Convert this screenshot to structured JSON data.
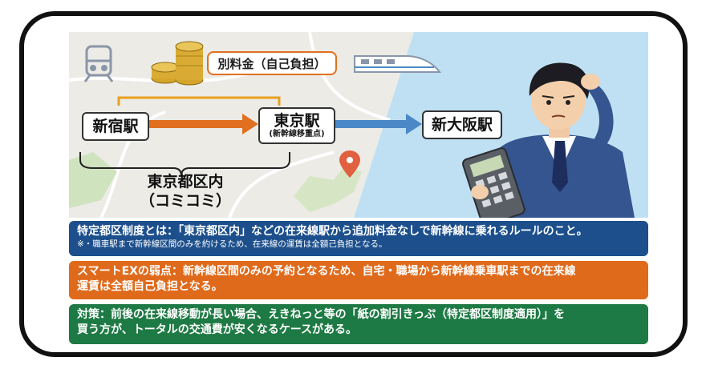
{
  "diagram": {
    "stations": {
      "origin": "新宿駅",
      "transfer": "東京駅",
      "transfer_note": "(新幹線移重点)",
      "destination": "新大阪駅"
    },
    "fee_label": "別料金（自己負担）",
    "zone_label_line1": "東京都区内",
    "zone_label_line2": "（コミコミ）",
    "colors": {
      "map_bg": "#ecebe6",
      "sky_bg": "#bfe0f3",
      "orange_arrow": "#e0701f",
      "blue_arrow": "#4a88c7",
      "bracket": "#e8a020",
      "zone_bracket": "#222222"
    },
    "icons": [
      "train-icon",
      "bullet-train-icon",
      "coins-icon",
      "map-pin-icon",
      "calculator-icon",
      "businessman-figure"
    ]
  },
  "notes": [
    {
      "color": "#1c4f8c",
      "main": "特定都区制度とは：「東京都区内」などの在来線駅から追加料金なしで新幹線に乗れるルールのこと。",
      "sub": "※・職車駅まで新幹線区間のみを約けるため、在来線の運賃は全額己負担となる。"
    },
    {
      "color": "#df6a1c",
      "line1": "スマートEXの弱点：新幹線区間のみの予約となるため、自宅・職場から新幹線乗車駅までの在来線",
      "line2": "運賃は全額自己負担となる。"
    },
    {
      "color": "#1e7a44",
      "line1": "対策：前後の在来線移動が長い場合、えきねっと等の「紙の割引きっぷ（特定都区制度適用）」を",
      "line2": "買う方が、トータルの交通費が安くなるケースがある。"
    }
  ]
}
